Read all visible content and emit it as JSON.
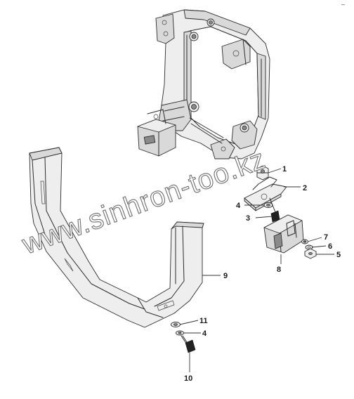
{
  "watermark": "www.sinhron-too.kz",
  "corner_mark": "–",
  "callouts": [
    {
      "id": "callout-1",
      "label": "1"
    },
    {
      "id": "callout-2",
      "label": "2"
    },
    {
      "id": "callout-3",
      "label": "3"
    },
    {
      "id": "callout-4a",
      "label": "4"
    },
    {
      "id": "callout-4b",
      "label": "4"
    },
    {
      "id": "callout-5",
      "label": "5"
    },
    {
      "id": "callout-6",
      "label": "6"
    },
    {
      "id": "callout-7",
      "label": "7"
    },
    {
      "id": "callout-8",
      "label": "8"
    },
    {
      "id": "callout-9",
      "label": "9"
    },
    {
      "id": "callout-10",
      "label": "10"
    },
    {
      "id": "callout-11",
      "label": "11"
    }
  ]
}
